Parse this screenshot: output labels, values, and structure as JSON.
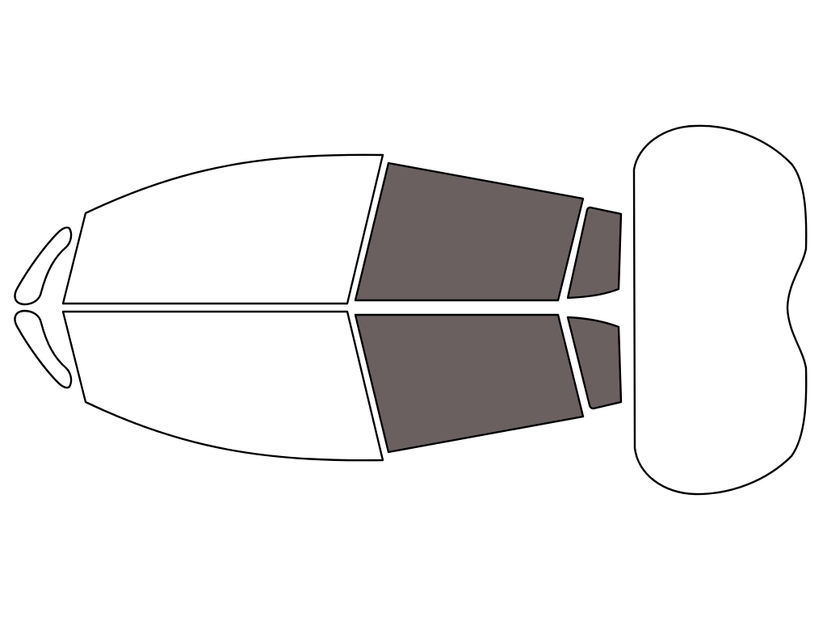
{
  "colors": {
    "background": "#ffffff",
    "outline": "#000000",
    "clear_glass": "#ffffff",
    "tinted_glass": "#6b6060"
  },
  "windows": {
    "left_front_vent": {
      "tint": "clear"
    },
    "right_front_vent": {
      "tint": "clear"
    },
    "left_front_door": {
      "tint": "clear"
    },
    "right_front_door": {
      "tint": "clear"
    },
    "left_rear_door": {
      "tint": "tinted"
    },
    "right_rear_door": {
      "tint": "tinted"
    },
    "left_rear_quarter": {
      "tint": "tinted"
    },
    "right_rear_quarter": {
      "tint": "tinted"
    },
    "rear_windshield": {
      "tint": "clear"
    }
  }
}
